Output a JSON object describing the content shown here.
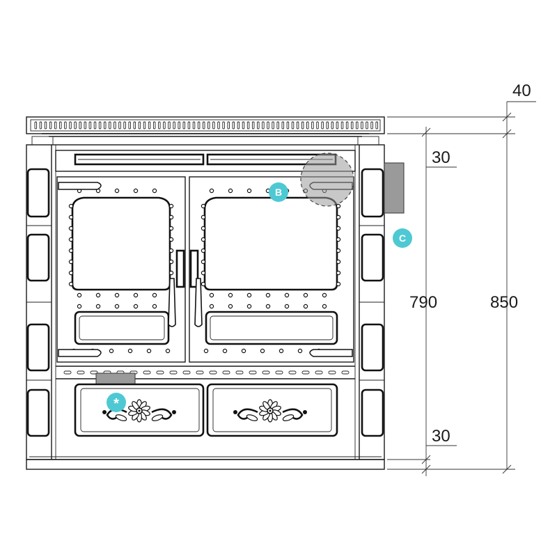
{
  "dimensions": {
    "top_rail_height": "40",
    "top_offset": "30",
    "inner_height": "790",
    "total_height": "850",
    "bottom_offset": "30"
  },
  "markers": {
    "b": "B",
    "c": "C",
    "asterisk": "*"
  },
  "colors": {
    "marker": "#4ec9d4",
    "shade": "#9a9a9a",
    "line": "#1a1a1a"
  },
  "icons": {
    "left_flower": "flower-ornament-icon",
    "right_flower": "flower-ornament-icon",
    "hinges": "hinge-icon",
    "handles": "door-handle-icon"
  }
}
